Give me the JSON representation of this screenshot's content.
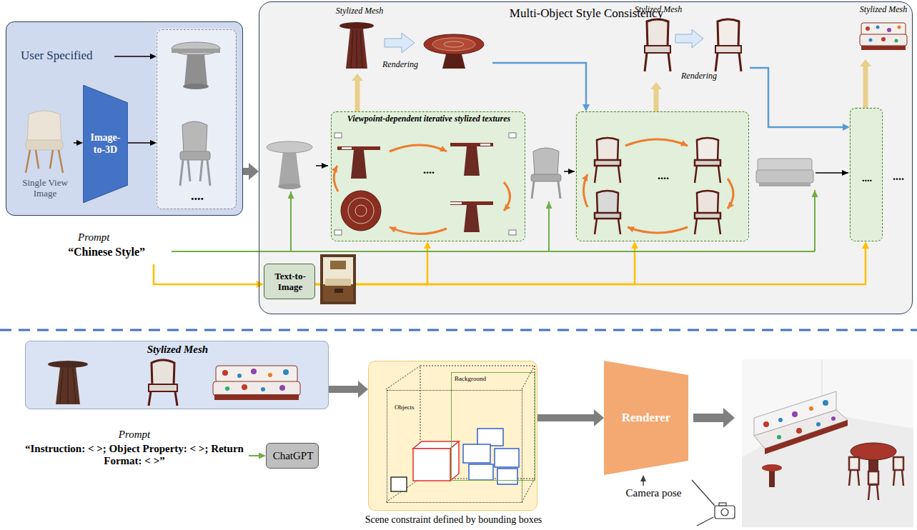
{
  "diagram": {
    "nodes": [
      {
        "text": []
      },
      {
        "text": [
          "User Specified"
        ],
        "in": 0
      },
      {
        "text": [
          "Single View Image"
        ],
        "in": 0
      },
      {
        "text": [
          "Image-to-3D"
        ],
        "in": 0
      },
      {
        "text": [
          "...."
        ],
        "in": 0
      },
      {
        "text": [
          "Multi-Object Style Consistency"
        ]
      },
      {
        "text": [
          "Stylized Mesh"
        ],
        "in": 5
      },
      {
        "text": [
          "Viewpoint-dependent iterative stylized textures",
          "...."
        ],
        "in": 5
      },
      {
        "text": [
          "Stylized Mesh"
        ],
        "in": 5
      },
      {
        "text": [
          "...."
        ],
        "in": 5
      },
      {
        "text": [
          "Stylized Mesh"
        ],
        "in": 5
      },
      {
        "text": [
          "...."
        ],
        "in": 5
      },
      {
        "text": [
          "Text-to-Image"
        ],
        "in": 5
      },
      {
        "text": [
          "Prompt",
          "“Chinese Style”"
        ]
      },
      {
        "text": [
          "Stylized Mesh"
        ]
      },
      {
        "text": [
          "Prompt",
          "“Instruction: < >; Object Property: < >; Return Format: < >”"
        ]
      },
      {
        "text": [
          "ChatGPT"
        ]
      },
      {
        "text": [
          "Scene constraint defined by bounding boxes"
        ]
      },
      {
        "text": [
          "Background"
        ],
        "in": 17
      },
      {
        "text": [
          "Objects"
        ],
        "in": 17
      },
      {
        "text": [
          "Renderer"
        ]
      },
      {
        "text": [
          "Camera pose"
        ]
      }
    ],
    "edges": [
      {
        "from": 1,
        "to": 4,
        "arrow": "to"
      },
      {
        "from": 2,
        "to": 3,
        "arrow": "to"
      },
      {
        "from": 3,
        "to": 4,
        "arrow": "to"
      },
      {
        "from": 0,
        "to": 5,
        "arrow": "to"
      },
      {
        "from": 7,
        "to": 6,
        "arrow": "to"
      },
      {
        "from": 6,
        "to": 9,
        "arrow": "to"
      },
      {
        "from": 9,
        "to": 8,
        "arrow": "to"
      },
      {
        "from": 8,
        "to": 11,
        "arrow": "to"
      },
      {
        "from": 11,
        "to": 10,
        "arrow": "to"
      },
      {
        "from": 13,
        "to": 12,
        "arrow": "to"
      },
      {
        "from": 12,
        "to": 7,
        "arrow": "to"
      },
      {
        "from": 12,
        "to": 9,
        "arrow": "to"
      },
      {
        "from": 12,
        "to": 11,
        "arrow": "to"
      },
      {
        "from": 14,
        "to": 17,
        "arrow": "to"
      },
      {
        "from": 15,
        "to": 16,
        "arrow": "to"
      },
      {
        "from": 17,
        "to": 20,
        "arrow": "to"
      },
      {
        "from": 21,
        "to": 20,
        "arrow": "to"
      }
    ],
    "labels": [
      "Rendering",
      "Rendering",
      "...."
    ]
  }
}
